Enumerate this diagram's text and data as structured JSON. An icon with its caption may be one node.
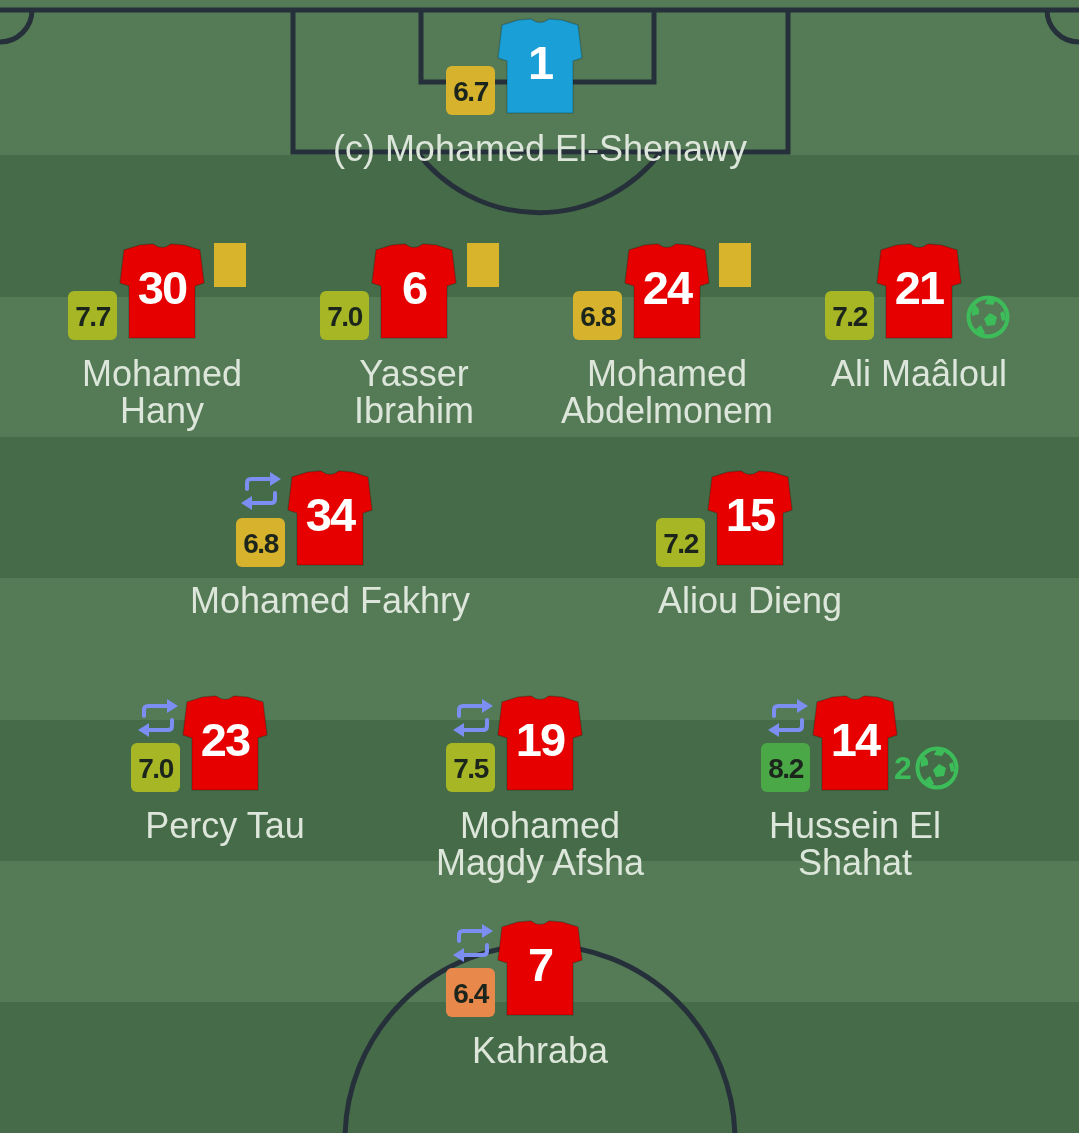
{
  "diagram": {
    "nodes": [
      {
        "text": [
          "6.7"
        ]
      },
      {
        "text": [
          "1"
        ],
        "beside": [
          "(c) Mohamed El-Shenawy"
        ]
      },
      {
        "text": [
          "7.7"
        ]
      },
      {
        "text": [
          "30"
        ],
        "beside": [
          "Mohamed Hany"
        ]
      },
      {
        "text": [
          "7.0"
        ]
      },
      {
        "text": [
          "6"
        ],
        "beside": [
          "Yasser Ibrahim"
        ]
      },
      {
        "text": [
          "6.8"
        ]
      },
      {
        "text": [
          "24"
        ],
        "beside": [
          "Mohamed Abdelmonem"
        ]
      },
      {
        "text": [
          "7.2"
        ]
      },
      {
        "text": [
          "21"
        ],
        "beside": [
          "Ali Maâloul"
        ]
      },
      {
        "text": [
          "6.8"
        ]
      },
      {
        "text": [
          "34"
        ],
        "beside": [
          "Mohamed Fakhry"
        ]
      },
      {
        "text": [
          "7.2"
        ]
      },
      {
        "text": [
          "15"
        ],
        "beside": [
          "Aliou Dieng"
        ]
      },
      {
        "text": [
          "7.0"
        ]
      },
      {
        "text": [
          "23"
        ],
        "beside": [
          "Percy Tau"
        ]
      },
      {
        "text": [
          "7.5"
        ]
      },
      {
        "text": [
          "19"
        ],
        "beside": [
          "Mohamed Magdy Afsha"
        ]
      },
      {
        "text": [
          "8.2"
        ]
      },
      {
        "text": [
          "14"
        ],
        "beside": [
          "Hussein El Shahat"
        ]
      },
      {
        "text": [
          "6.4"
        ]
      },
      {
        "text": [
          "7"
        ],
        "beside": [
          "Kahraba"
        ]
      }
    ],
    "labels": [
      "2"
    ]
  }
}
